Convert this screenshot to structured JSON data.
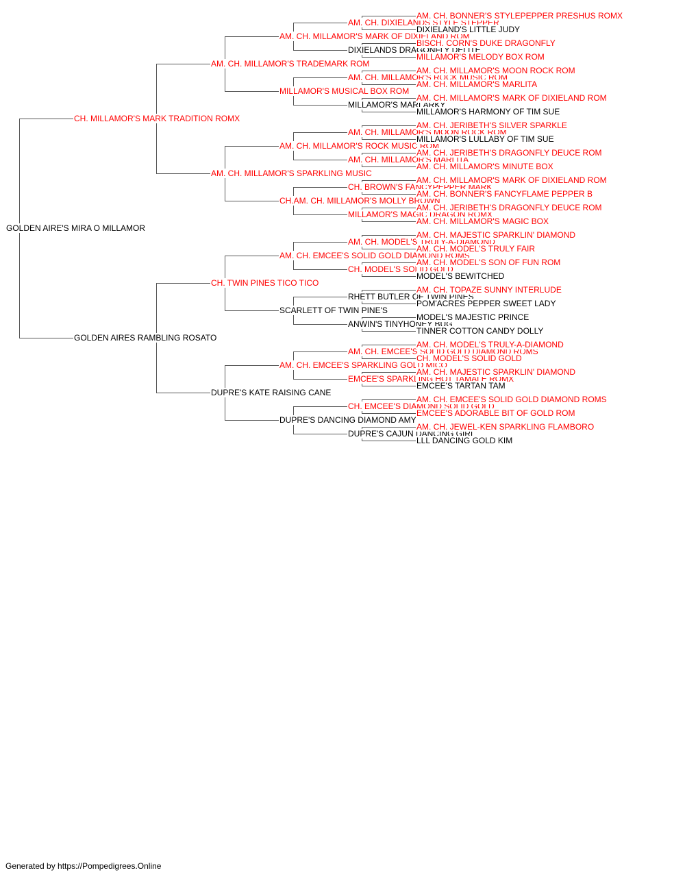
{
  "colors": {
    "titled": "#ff0000",
    "plain": "#000000",
    "lines": "#555555"
  },
  "pedigree": [
    {
      "name": "GOLDEN AIRE'S MIRA O MILLAMOR",
      "titled": false
    },
    {
      "name": "CH. MILLAMOR'S MARK TRADITION ROMX",
      "titled": true
    },
    {
      "name": "GOLDEN AIRES RAMBLING ROSATO",
      "titled": false
    },
    {
      "name": "AM. CH. MILLAMOR'S TRADEMARK ROM",
      "titled": true
    },
    {
      "name": "AM. CH. MILLAMOR'S SPARKLING MUSIC",
      "titled": true
    },
    {
      "name": "CH. TWIN PINES TICO TICO",
      "titled": true
    },
    {
      "name": "DUPRE'S KATE RAISING CANE",
      "titled": false
    },
    {
      "name": "AM. CH. MILLAMOR'S MARK OF DIXIELAND ROM",
      "titled": true
    },
    {
      "name": "MILLAMOR'S MUSICAL BOX ROM",
      "titled": true
    },
    {
      "name": "AM. CH. MILLAMOR'S ROCK MUSIC ROM",
      "titled": true
    },
    {
      "name": "CH.AM. CH. MILLAMOR'S MOLLY BROWN",
      "titled": true
    },
    {
      "name": "AM. CH. EMCEE'S SOLID GOLD DIAMOND ROMS",
      "titled": true
    },
    {
      "name": "SCARLETT OF TWIN PINE'S",
      "titled": false
    },
    {
      "name": "AM. CH. EMCEE'S SPARKLING GOLD MICO",
      "titled": true
    },
    {
      "name": "DUPRE'S DANCING DIAMOND AMY",
      "titled": false
    },
    {
      "name": "AM. CH. DIXIELANDS STYLE STEPPER",
      "titled": true
    },
    {
      "name": "DIXIELANDS DRAGONFLY DELITE",
      "titled": false
    },
    {
      "name": "AM. CH. MILLAMOR'S ROCK MUSIC ROM",
      "titled": true
    },
    {
      "name": "MILLAMOR'S MARLARKY",
      "titled": false
    },
    {
      "name": "AM. CH. MILLAMOR'S MOON ROCK ROM",
      "titled": true
    },
    {
      "name": "AM. CH. MILLAMOR'S MARLITA",
      "titled": true
    },
    {
      "name": "CH. BROWN'S FANCYPEPPER MARK",
      "titled": true
    },
    {
      "name": "MILLAMOR'S MAGIC DRAGON ROMX",
      "titled": true
    },
    {
      "name": "AM. CH. MODEL'S TRULY-A-DIAMOND",
      "titled": true
    },
    {
      "name": "CH. MODEL'S SOLID GOLD",
      "titled": true
    },
    {
      "name": "RHETT BUTLER OF TWIN PINES",
      "titled": false
    },
    {
      "name": "ANWIN'S TINYHONEY BUG",
      "titled": false
    },
    {
      "name": "AM. CH. EMCEE'S SOLID GOLD DIAMOND ROMS",
      "titled": true
    },
    {
      "name": "EMCEE'S SPARKLING HOT TAMALE ROMX",
      "titled": true
    },
    {
      "name": "CH. EMCEE'S DIAMOND SOLID GOLD",
      "titled": true
    },
    {
      "name": "DUPRE'S CAJUN DANCING GIRL",
      "titled": false
    },
    {
      "name": "AM. CH. BONNER'S STYLEPEPPER PRESHUS ROMX",
      "titled": true
    },
    {
      "name": "DIXIELAND'S LITTLE JUDY",
      "titled": false
    },
    {
      "name": "BISCH. CORN'S DUKE DRAGONFLY",
      "titled": true
    },
    {
      "name": "MILLAMOR'S MELODY BOX ROM",
      "titled": true
    },
    {
      "name": "AM. CH. MILLAMOR'S MOON ROCK ROM",
      "titled": true
    },
    {
      "name": "AM. CH. MILLAMOR'S MARLITA",
      "titled": true
    },
    {
      "name": "AM. CH. MILLAMOR'S MARK OF DIXIELAND ROM",
      "titled": true
    },
    {
      "name": "MILLAMOR'S HARMONY OF TIM SUE",
      "titled": false
    },
    {
      "name": "AM. CH. JERIBETH'S SILVER SPARKLE",
      "titled": true
    },
    {
      "name": "MILLAMOR'S LULLABY OF TIM SUE",
      "titled": false
    },
    {
      "name": "AM. CH. JERIBETH'S DRAGONFLY DEUCE ROM",
      "titled": true
    },
    {
      "name": "AM. CH. MILLAMOR'S MINUTE BOX",
      "titled": true
    },
    {
      "name": "AM. CH. MILLAMOR'S MARK OF DIXIELAND ROM",
      "titled": true
    },
    {
      "name": "AM. CH. BONNER'S FANCYFLAME PEPPER B",
      "titled": true
    },
    {
      "name": "AM. CH. JERIBETH'S DRAGONFLY DEUCE ROM",
      "titled": true
    },
    {
      "name": "AM. CH. MILLAMOR'S MAGIC BOX",
      "titled": true
    },
    {
      "name": "AM. CH. MAJESTIC SPARKLIN' DIAMOND",
      "titled": true
    },
    {
      "name": "AM. CH. MODEL'S TRULY FAIR",
      "titled": true
    },
    {
      "name": "AM. CH. MODEL'S SON OF FUN ROM",
      "titled": true
    },
    {
      "name": "MODEL'S BEWITCHED",
      "titled": false
    },
    {
      "name": "AM. CH. TOPAZE SUNNY INTERLUDE",
      "titled": true
    },
    {
      "name": "POM'ACRES PEPPER SWEET LADY",
      "titled": false
    },
    {
      "name": "MODEL'S MAJESTIC PRINCE",
      "titled": false
    },
    {
      "name": "TINNER COTTON CANDY DOLLY",
      "titled": false
    },
    {
      "name": "AM. CH. MODEL'S TRULY-A-DIAMOND",
      "titled": true
    },
    {
      "name": "CH. MODEL'S SOLID GOLD",
      "titled": true
    },
    {
      "name": "AM. CH. MAJESTIC SPARKLIN' DIAMOND",
      "titled": true
    },
    {
      "name": "EMCEE'S TARTAN TAM",
      "titled": false
    },
    {
      "name": "AM. CH. EMCEE'S SOLID GOLD DIAMOND ROMS",
      "titled": true
    },
    {
      "name": "EMCEE'S ADORABLE BIT OF GOLD ROM",
      "titled": true
    },
    {
      "name": "AM. CH. JEWEL-KEN SPARKLING FLAMBORO",
      "titled": true
    },
    {
      "name": "LLL DANCING GOLD KIM",
      "titled": false
    }
  ],
  "footer": "Generated by https://Pompedigrees.Online"
}
